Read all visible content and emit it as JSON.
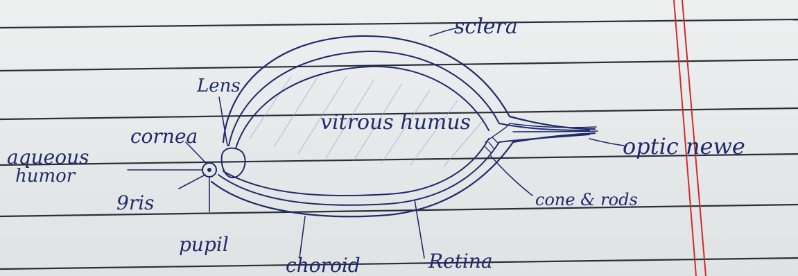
{
  "diagram": {
    "labels": {
      "sclera": "sclera",
      "lens": "Lens",
      "cornea": "cornea",
      "vitreous": "vitrous humus",
      "aqueous_line1": "aqueous",
      "aqueous_line2": "humor",
      "iris": "9ris",
      "pupil": "pupil",
      "choroid": "choroid",
      "retina": "Retina",
      "cone_rods": "cone & rods",
      "optic_nerve": "optic newe"
    },
    "colors": {
      "ink": "#1f2a6b",
      "paper": "#e9ecec",
      "rule": "#2a2f3a",
      "margin": "#d12a2a"
    }
  }
}
